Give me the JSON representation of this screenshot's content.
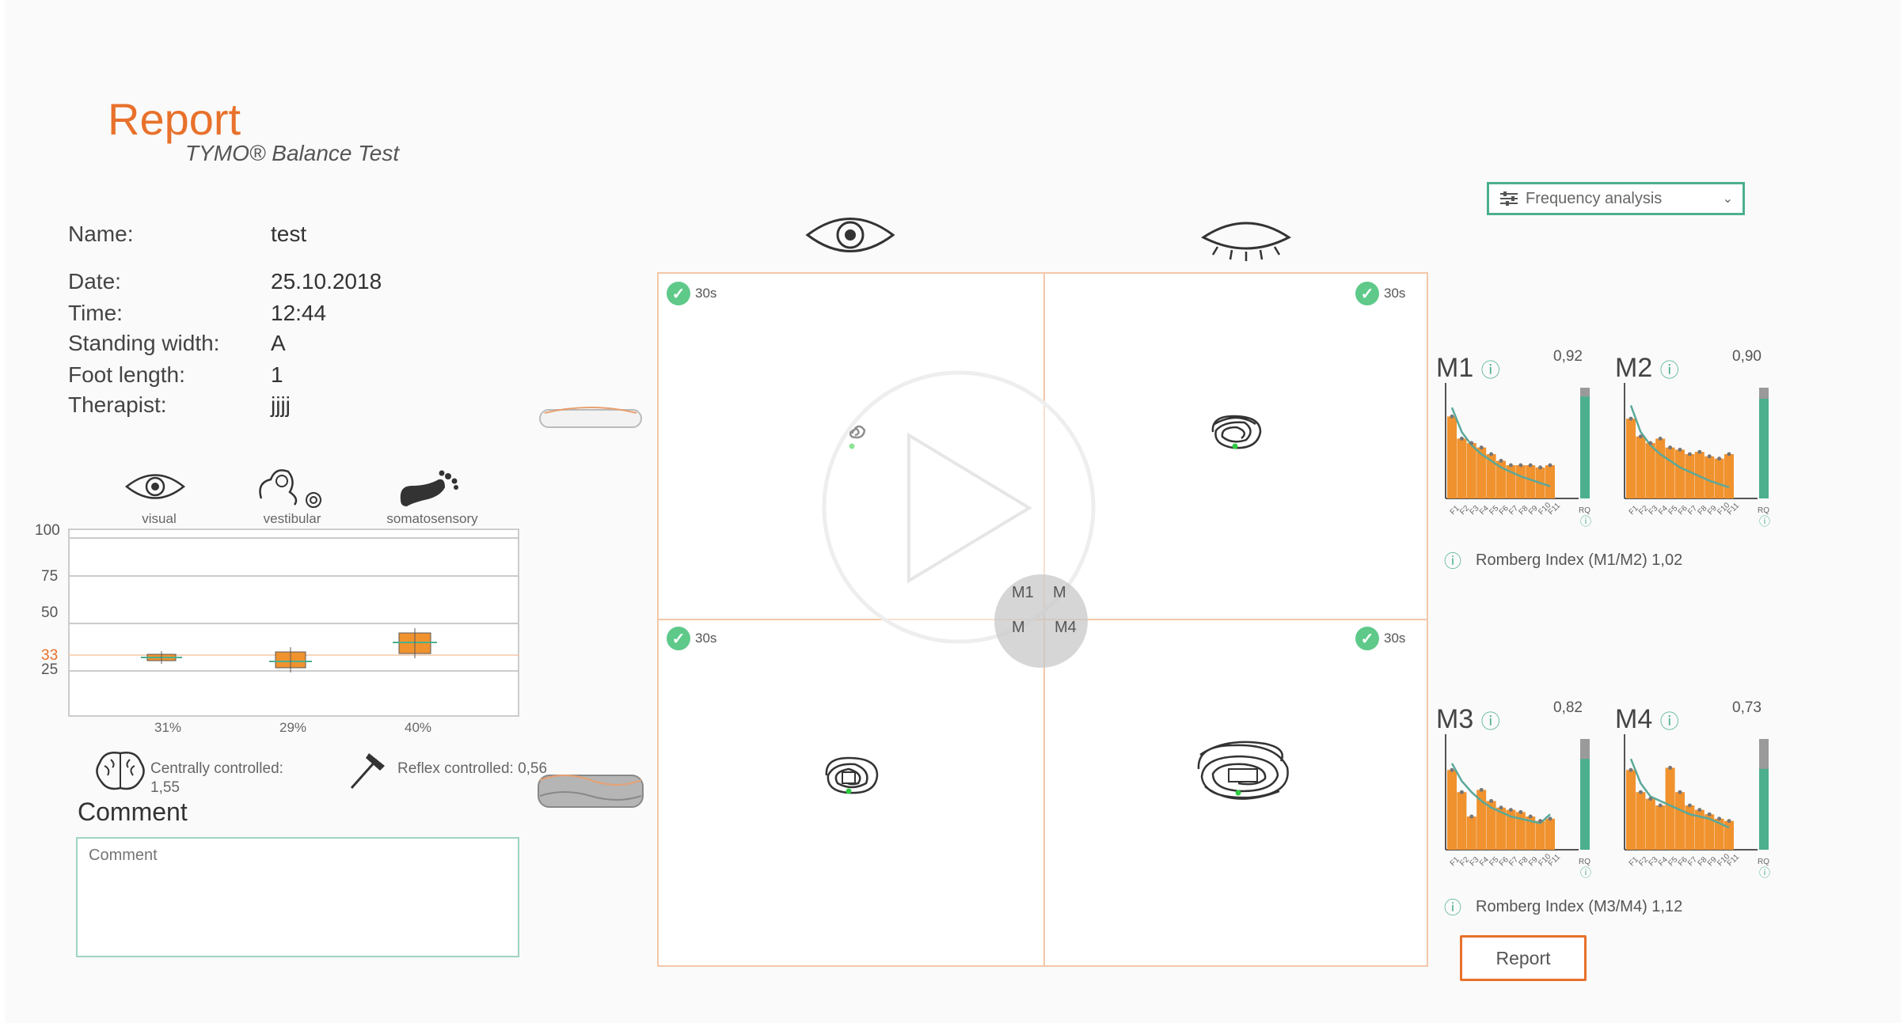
{
  "header": {
    "title": "Report",
    "subtitle": "TYMO® Balance Test"
  },
  "patient": [
    {
      "label": "Name:",
      "value": "test"
    },
    {
      "label": "Date:",
      "value": "25.10.2018"
    },
    {
      "label": "Time:",
      "value": "12:44"
    },
    {
      "label": "Standing width:",
      "value": "A"
    },
    {
      "label": "Foot length:",
      "value": "1"
    },
    {
      "label": "Therapist:",
      "value": "jjjj"
    }
  ],
  "sensory": {
    "icons": [
      {
        "name": "eye-icon",
        "label": "visual"
      },
      {
        "name": "inner-ear-icon",
        "label": "vestibular"
      },
      {
        "name": "foot-icon",
        "label": "somatosensory"
      }
    ],
    "y_ticks": [
      "100",
      "75",
      "50",
      "25"
    ],
    "marker_tick": "33",
    "percentages": [
      "31%",
      "29%",
      "40%"
    ]
  },
  "controls": {
    "central_label": "Centrally controlled: 1,55",
    "reflex_label": "Reflex controlled: 0,56"
  },
  "comment": {
    "title": "Comment",
    "placeholder": "Comment"
  },
  "dropdown": {
    "label": "Frequency analysis"
  },
  "quadrants": [
    {
      "time": "30s"
    },
    {
      "time": "30s"
    },
    {
      "time": "30s"
    },
    {
      "time": "30s"
    }
  ],
  "overlay_labels": [
    "M1",
    "M",
    "M",
    "M4"
  ],
  "freq_charts": {
    "x_tick_labels": [
      "F1",
      "F2",
      "F3",
      "F4",
      "F5",
      "F6",
      "F7",
      "F8",
      "F9",
      "F10",
      "F11"
    ],
    "rq_label": "RQ",
    "charts": [
      {
        "name": "M1",
        "rq": "0,92",
        "rq_value": 0.92,
        "bars": [
          0.74,
          0.54,
          0.5,
          0.46,
          0.4,
          0.34,
          0.3,
          0.3,
          0.3,
          0.28,
          0.3
        ],
        "curve": [
          0.82,
          0.6,
          0.48,
          0.4,
          0.34,
          0.28,
          0.24,
          0.2,
          0.17,
          0.14,
          0.11
        ]
      },
      {
        "name": "M2",
        "rq": "0,90",
        "rq_value": 0.9,
        "bars": [
          0.72,
          0.56,
          0.5,
          0.54,
          0.46,
          0.44,
          0.4,
          0.42,
          0.38,
          0.36,
          0.4
        ],
        "curve": [
          0.84,
          0.6,
          0.48,
          0.4,
          0.34,
          0.28,
          0.24,
          0.2,
          0.16,
          0.13,
          0.1
        ]
      },
      {
        "name": "M3",
        "rq": "0,82",
        "rq_value": 0.82,
        "bars": [
          0.72,
          0.52,
          0.3,
          0.54,
          0.44,
          0.38,
          0.36,
          0.34,
          0.3,
          0.26,
          0.28
        ],
        "curve": [
          0.78,
          0.62,
          0.52,
          0.44,
          0.38,
          0.34,
          0.3,
          0.28,
          0.26,
          0.24,
          0.32
        ]
      },
      {
        "name": "M4",
        "rq": "0,73",
        "rq_value": 0.73,
        "bars": [
          0.72,
          0.52,
          0.46,
          0.4,
          0.74,
          0.52,
          0.4,
          0.36,
          0.32,
          0.28,
          0.26
        ],
        "curve": [
          0.82,
          0.6,
          0.48,
          0.44,
          0.4,
          0.36,
          0.32,
          0.3,
          0.28,
          0.24,
          0.2
        ]
      }
    ]
  },
  "romberg": {
    "top": "Romberg Index (M1/M2) 1,02",
    "bottom": "Romberg Index (M3/M4) 1,12"
  },
  "report_button": "Report",
  "colors": {
    "accent": "#e8712b",
    "green": "#4caf8e",
    "bar": "#f0922e",
    "curve": "#5aa89a"
  }
}
